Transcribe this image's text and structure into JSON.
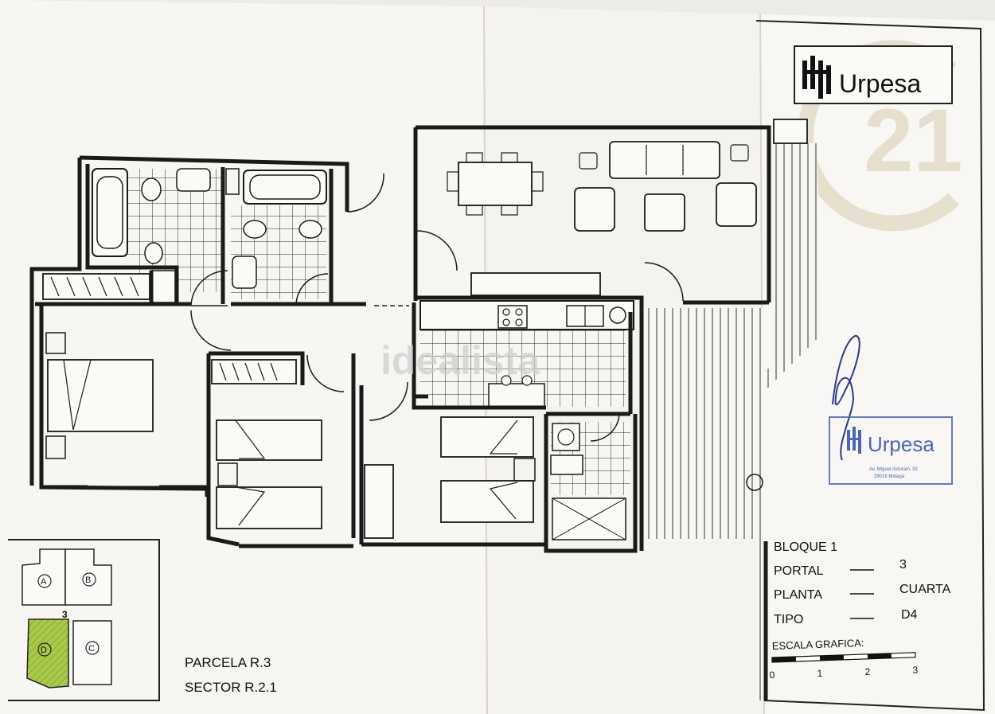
{
  "logo": {
    "name": "Urpesa"
  },
  "stamp": {
    "name": "Urpesa",
    "line1": "Av. Miguel Indurain, 32",
    "line2": "29016 Málaga"
  },
  "watermark": {
    "text": "idealista",
    "badge": "21"
  },
  "key_plan": {
    "blocks": [
      "A",
      "B",
      "C",
      "D"
    ],
    "portal": "3"
  },
  "parcel": {
    "parcela": "PARCELA R.3",
    "sector": "SECTOR R.2.1"
  },
  "info": {
    "bloque": "BLOQUE 1",
    "portal_label": "PORTAL",
    "portal_value": "3",
    "planta_label": "PLANTA",
    "planta_value": "CUARTA",
    "tipo_label": "TIPO",
    "tipo_value": "D4"
  },
  "scale": {
    "title": "ESCALA GRAFICA:",
    "ticks": [
      "0",
      "1",
      "2",
      "3"
    ]
  },
  "colors": {
    "paper": "#f7f6f2",
    "ink": "#1d1d1d",
    "highlight": "#a9c94a"
  }
}
